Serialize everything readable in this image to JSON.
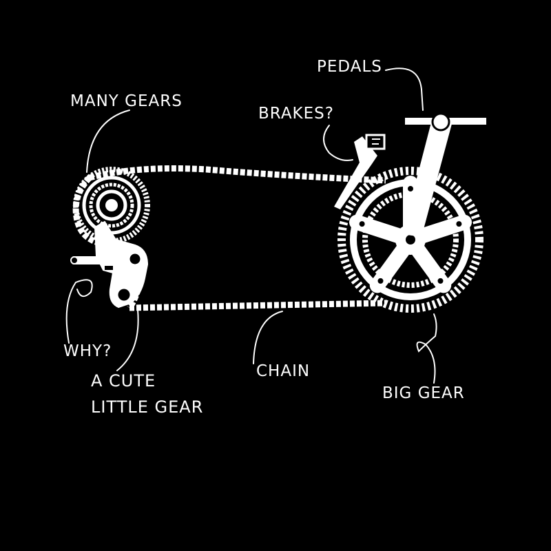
{
  "colors": {
    "background": "#000000",
    "ink": "#ffffff"
  },
  "labels": {
    "pedals": "PEDALS",
    "many_gears": "MANY GEARS",
    "brakes": "BRAKES?",
    "why": "WHY?",
    "cute_gear_line1": "A CUTE",
    "cute_gear_line2": "LITTLE GEAR",
    "chain": "CHAIN",
    "big_gear": "BIG GEAR"
  }
}
